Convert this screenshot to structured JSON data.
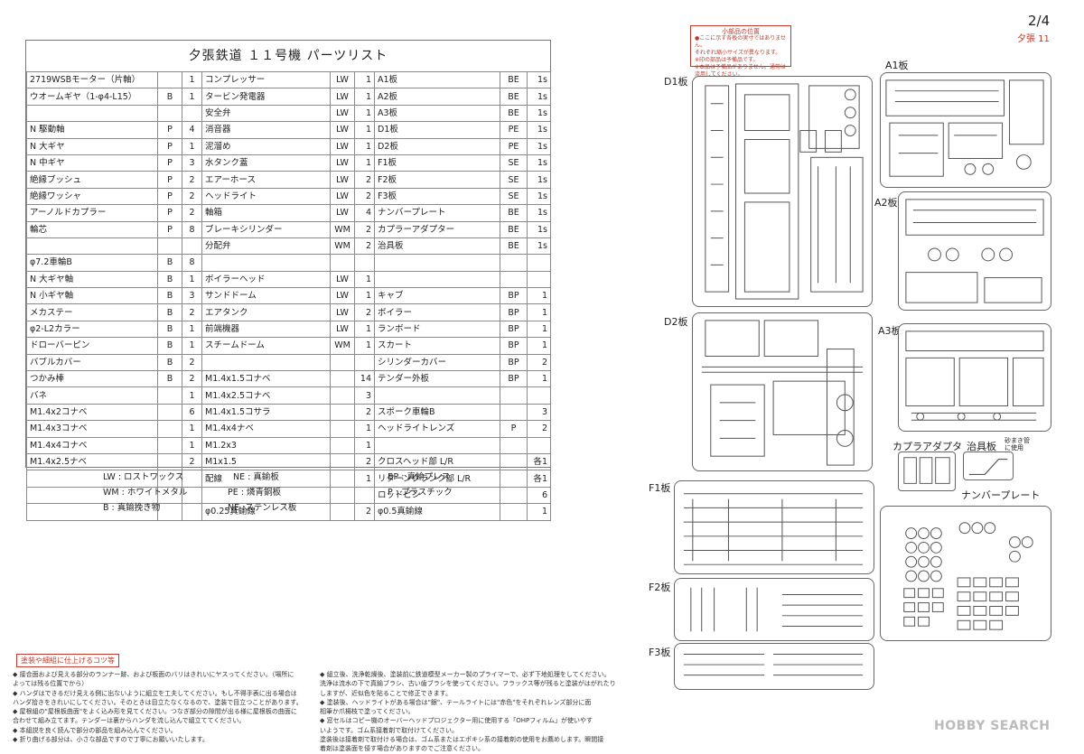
{
  "parts_list": {
    "title": "夕張鉄道 １１号機 パーツリスト",
    "rows": [
      {
        "a": "2719WSBモーター（片軸）",
        "b": "",
        "c": "1",
        "d": "コンプレッサー",
        "e": "LW",
        "f": "1",
        "g": "A1板",
        "h": "BE",
        "i": "1s"
      },
      {
        "a": "ウオームギヤ（1-φ4-L15）",
        "b": "B",
        "c": "1",
        "d": "タービン発電器",
        "e": "LW",
        "f": "1",
        "g": "A2板",
        "h": "BE",
        "i": "1s"
      },
      {
        "a": "",
        "b": "",
        "c": "",
        "d": "安全弁",
        "e": "LW",
        "f": "1",
        "g": "A3板",
        "h": "BE",
        "i": "1s"
      },
      {
        "a": "N 駆動軸",
        "b": "P",
        "c": "4",
        "d": "消音器",
        "e": "LW",
        "f": "1",
        "g": "D1板",
        "h": "PE",
        "i": "1s"
      },
      {
        "a": "N 大ギヤ",
        "b": "P",
        "c": "1",
        "d": "泥溜め",
        "e": "LW",
        "f": "1",
        "g": "D2板",
        "h": "PE",
        "i": "1s"
      },
      {
        "a": "N 中ギヤ",
        "b": "P",
        "c": "3",
        "d": "水タンク蓋",
        "e": "LW",
        "f": "1",
        "g": "F1板",
        "h": "SE",
        "i": "1s"
      },
      {
        "a": "絶縁ブッシュ",
        "b": "P",
        "c": "2",
        "d": "エアーホース",
        "e": "LW",
        "f": "2",
        "g": "F2板",
        "h": "SE",
        "i": "1s"
      },
      {
        "a": "絶縁ワッシャ",
        "b": "P",
        "c": "2",
        "d": "ヘッドライト",
        "e": "LW",
        "f": "2",
        "g": "F3板",
        "h": "SE",
        "i": "1s"
      },
      {
        "a": "アーノルドカプラー",
        "b": "P",
        "c": "2",
        "d": "軸箱",
        "e": "LW",
        "f": "4",
        "g": "ナンバープレート",
        "h": "BE",
        "i": "1s"
      },
      {
        "a": "輪芯",
        "b": "P",
        "c": "8",
        "d": "ブレーキシリンダー",
        "e": "WM",
        "f": "2",
        "g": "カプラーアダプター",
        "h": "BE",
        "i": "1s"
      },
      {
        "a": "",
        "b": "",
        "c": "",
        "d": "分配弁",
        "e": "WM",
        "f": "2",
        "g": "治具板",
        "h": "BE",
        "i": "1s"
      },
      {
        "a": "φ7.2車輪B",
        "b": "B",
        "c": "8",
        "d": "",
        "e": "",
        "f": "",
        "g": "",
        "h": "",
        "i": ""
      },
      {
        "a": "N 大ギヤ軸",
        "b": "B",
        "c": "1",
        "d": "ボイラーヘッド",
        "e": "LW",
        "f": "1",
        "g": "",
        "h": "",
        "i": ""
      },
      {
        "a": "N 小ギヤ軸",
        "b": "B",
        "c": "3",
        "d": "サンドドーム",
        "e": "LW",
        "f": "1",
        "g": "キャブ",
        "h": "BP",
        "i": "1"
      },
      {
        "a": "メカステー",
        "b": "B",
        "c": "2",
        "d": "エアタンク",
        "e": "LW",
        "f": "2",
        "g": "ボイラー",
        "h": "BP",
        "i": "1"
      },
      {
        "a": "φ2-L2カラー",
        "b": "B",
        "c": "1",
        "d": "前端機器",
        "e": "LW",
        "f": "1",
        "g": "ランボード",
        "h": "BP",
        "i": "1"
      },
      {
        "a": "ドローバーピン",
        "b": "B",
        "c": "1",
        "d": "スチームドーム",
        "e": "WM",
        "f": "1",
        "g": "スカート",
        "h": "BP",
        "i": "1"
      },
      {
        "a": "バブルカバー",
        "b": "B",
        "c": "2",
        "d": "",
        "e": "",
        "f": "",
        "g": "シリンダーカバー",
        "h": "BP",
        "i": "2"
      },
      {
        "a": "つかみ棒",
        "b": "B",
        "c": "2",
        "d": "M1.4x1.5コナベ",
        "e": "",
        "f": "14",
        "g": "テンダー外板",
        "h": "BP",
        "i": "1"
      },
      {
        "a": "バネ",
        "b": "",
        "c": "1",
        "d": "M1.4x2.5コナベ",
        "e": "",
        "f": "3",
        "g": "",
        "h": "",
        "i": ""
      },
      {
        "a": "M1.4x2コナベ",
        "b": "",
        "c": "6",
        "d": "M1.4x1.5コサラ",
        "e": "",
        "f": "2",
        "g": "スポーク車輪B",
        "h": "",
        "i": "3"
      },
      {
        "a": "M1.4x3コナベ",
        "b": "",
        "c": "1",
        "d": "M1.4x4ナベ",
        "e": "",
        "f": "1",
        "g": "ヘッドライトレンズ",
        "h": "P",
        "i": "2"
      },
      {
        "a": "M1.4x4コナベ",
        "b": "",
        "c": "1",
        "d": "M1.2x3",
        "e": "",
        "f": "1",
        "g": "",
        "h": "",
        "i": ""
      },
      {
        "a": "M1.4x2.5ナベ",
        "b": "",
        "c": "2",
        "d": "M1x1.5",
        "e": "",
        "f": "2",
        "g": "クロスヘッド部 L/R",
        "h": "",
        "i": "各1"
      },
      {
        "a": "",
        "b": "",
        "c": "",
        "d": "配線",
        "e": "",
        "f": "1",
        "g": "リターンクランク部 L/R",
        "h": "",
        "i": "各1"
      },
      {
        "a": "",
        "b": "",
        "c": "",
        "d": "",
        "e": "",
        "f": "",
        "g": "ロッドピン",
        "h": "",
        "i": "6"
      },
      {
        "a": "",
        "b": "",
        "c": "",
        "d": "φ0.25真鍮線",
        "e": "",
        "f": "2",
        "g": "φ0.5真鍮線",
        "h": "",
        "i": "1"
      }
    ]
  },
  "legend": {
    "lw": "LW : ロストワックス",
    "ne": "NE : 真鍮板",
    "bp": "BP : 真鍮プレス",
    "wm": "WM : ホワイトメタル",
    "pe": "PE : 燐青銅板",
    "p": "P : プラスチック",
    "b": "B : 真鍮挽き物",
    "ne2": "NE :ステンレス板"
  },
  "tips": {
    "heading": "塗装や細組に仕上げるコツ等",
    "left_lines": [
      "◆ 接合面および見える部分のランナー跡、および板面のバリはきれいにヤスってください。（場所に",
      "よっては残る位置でから）",
      "◆ ハンダはできるだけ見える側に出ないように組立を工夫してください。もし不得手表に出る場合は",
      "ハンダ拾きをきれいにしてください。そのときは目立たなくなるので、塗装で目立つことがあります。",
      "◆ 屋根組の\"屋根板曲面\"をよく込み形を見てください。つなぎ部分の隙間が出る様に屋根板の曲面に",
      "合わせて組み立てます。テンダーは裏からハンダを流し込んで組立ててください。",
      "◆ 本組説を良く読んで部分の部品を組み込んでください。",
      "◆ 折り曲げる部分は、小さな部品ですので丁寧にお願いいたします。"
    ],
    "right_lines": [
      "◆ 組立後、洗浄乾燥後、塗装前に鉄道模型メーカー製のプライマーで、必ず下地処理をしてください。",
      "洗浄は流水の下で真鍮ブラシ、古い歯ブラシを使ってください。フラックス等が残ると塗装がはがれたり",
      "しますが、近似色を貼ることで修正できます。",
      "◆ 塗装後、ヘッドライトがある場合は\"銀\"、テールライトには\"赤色\"をそれぞれレンズ部分に面",
      "相筆か爪楊枝で塗ってください。",
      "◆ 窓セルはコピー機のオーバーヘッドプロジェクター用に使用する「OHPフィルム」が使いやす",
      "いようです。ゴム系接着剤で取付けてください。",
      "塗装後は接着剤で取付ける場合は、ゴム系またはエポキシ系の接着剤の使用をお薦めします。瞬間接",
      "着剤は塗装面を侵す場合がありますのでご注意ください。"
    ]
  },
  "header": {
    "page": "2/4",
    "model": "夕張 11"
  },
  "small_parts_note": {
    "title": "小部品の位置",
    "lines": [
      "●ここに示す各板の実寸ではありません。",
      "それぞれ縮小サイズが異なります。",
      "※印の部品は予備品です。",
      "※本品は予備品がありません。通常は流用してください。"
    ]
  },
  "plates": {
    "a1": "A1板",
    "a2": "A2板",
    "a3": "A3板",
    "d1": "D1板",
    "d2": "D2板",
    "f1": "F1板",
    "f2": "F2板",
    "f3": "F3板",
    "coupler": "カプラアダプタ",
    "jig": "治具板",
    "jig_note": "砂まき管\nに使用",
    "number_plate": "ナンバープレート"
  },
  "watermark": "HOBBY SEARCH"
}
